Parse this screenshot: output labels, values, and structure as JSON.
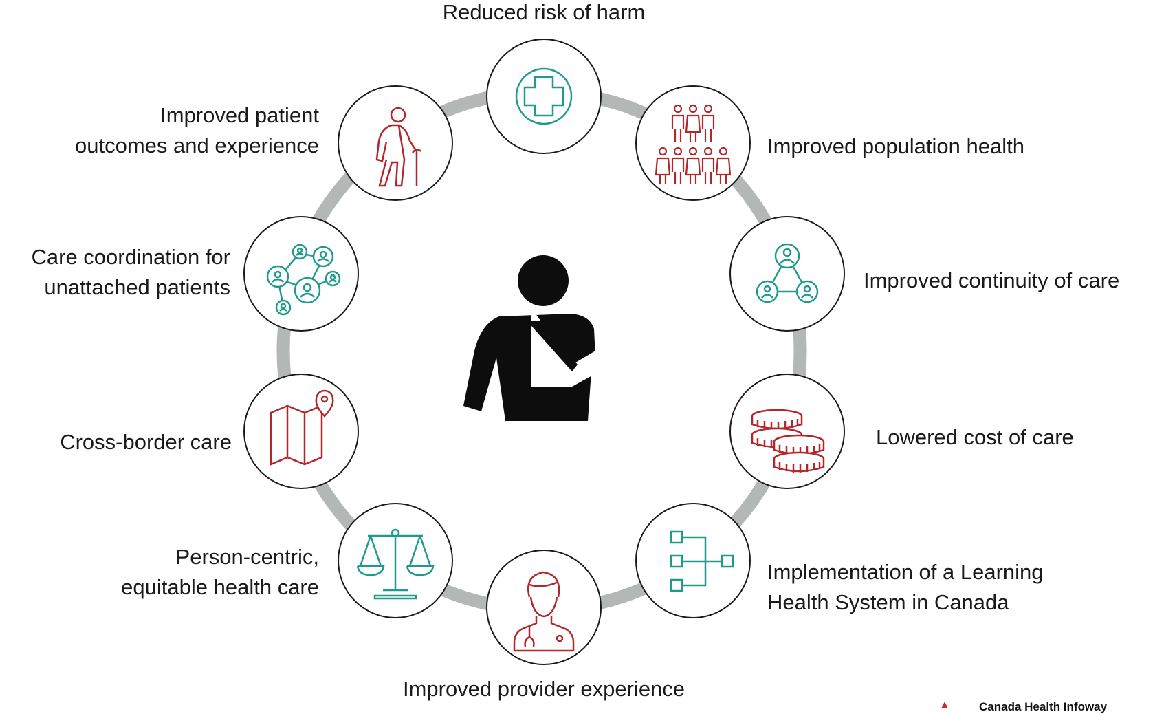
{
  "nodes": {
    "top": {
      "label": "Reduced risk of harm",
      "icon": "medical-cross-icon"
    },
    "top_right": {
      "label": "Improved population health",
      "icon": "population-icon"
    },
    "right_upper": {
      "label": "Improved continuity of care",
      "icon": "care-network-icon"
    },
    "right_lower": {
      "label": "Lowered cost of care",
      "icon": "coins-icon"
    },
    "bottom_right": {
      "label_line1": "Implementation of a Learning",
      "label_line2": "Health System in Canada",
      "icon": "hierarchy-icon"
    },
    "bottom": {
      "label": "Improved provider experience",
      "icon": "doctor-icon"
    },
    "bottom_left": {
      "label_line1": "Person-centric,",
      "label_line2": "equitable health care",
      "icon": "scales-icon"
    },
    "left_lower": {
      "label": "Cross-border care",
      "icon": "map-pin-icon"
    },
    "left_upper": {
      "label_line1": "Care coordination for",
      "label_line2": "unattached patients",
      "icon": "patient-network-icon"
    },
    "top_left": {
      "label_line1": "Improved patient",
      "label_line2": "outcomes and experience",
      "icon": "elderly-person-icon"
    }
  },
  "center_icon": "injured-patient-icon",
  "logo": {
    "text": "Canada Health Infoway",
    "icon": "maple-leaf-icon"
  },
  "colors": {
    "ring": "#b3b8b6",
    "teal": "#1f9a8c",
    "red": "#b0282d",
    "outline": "#1a1a1a"
  }
}
